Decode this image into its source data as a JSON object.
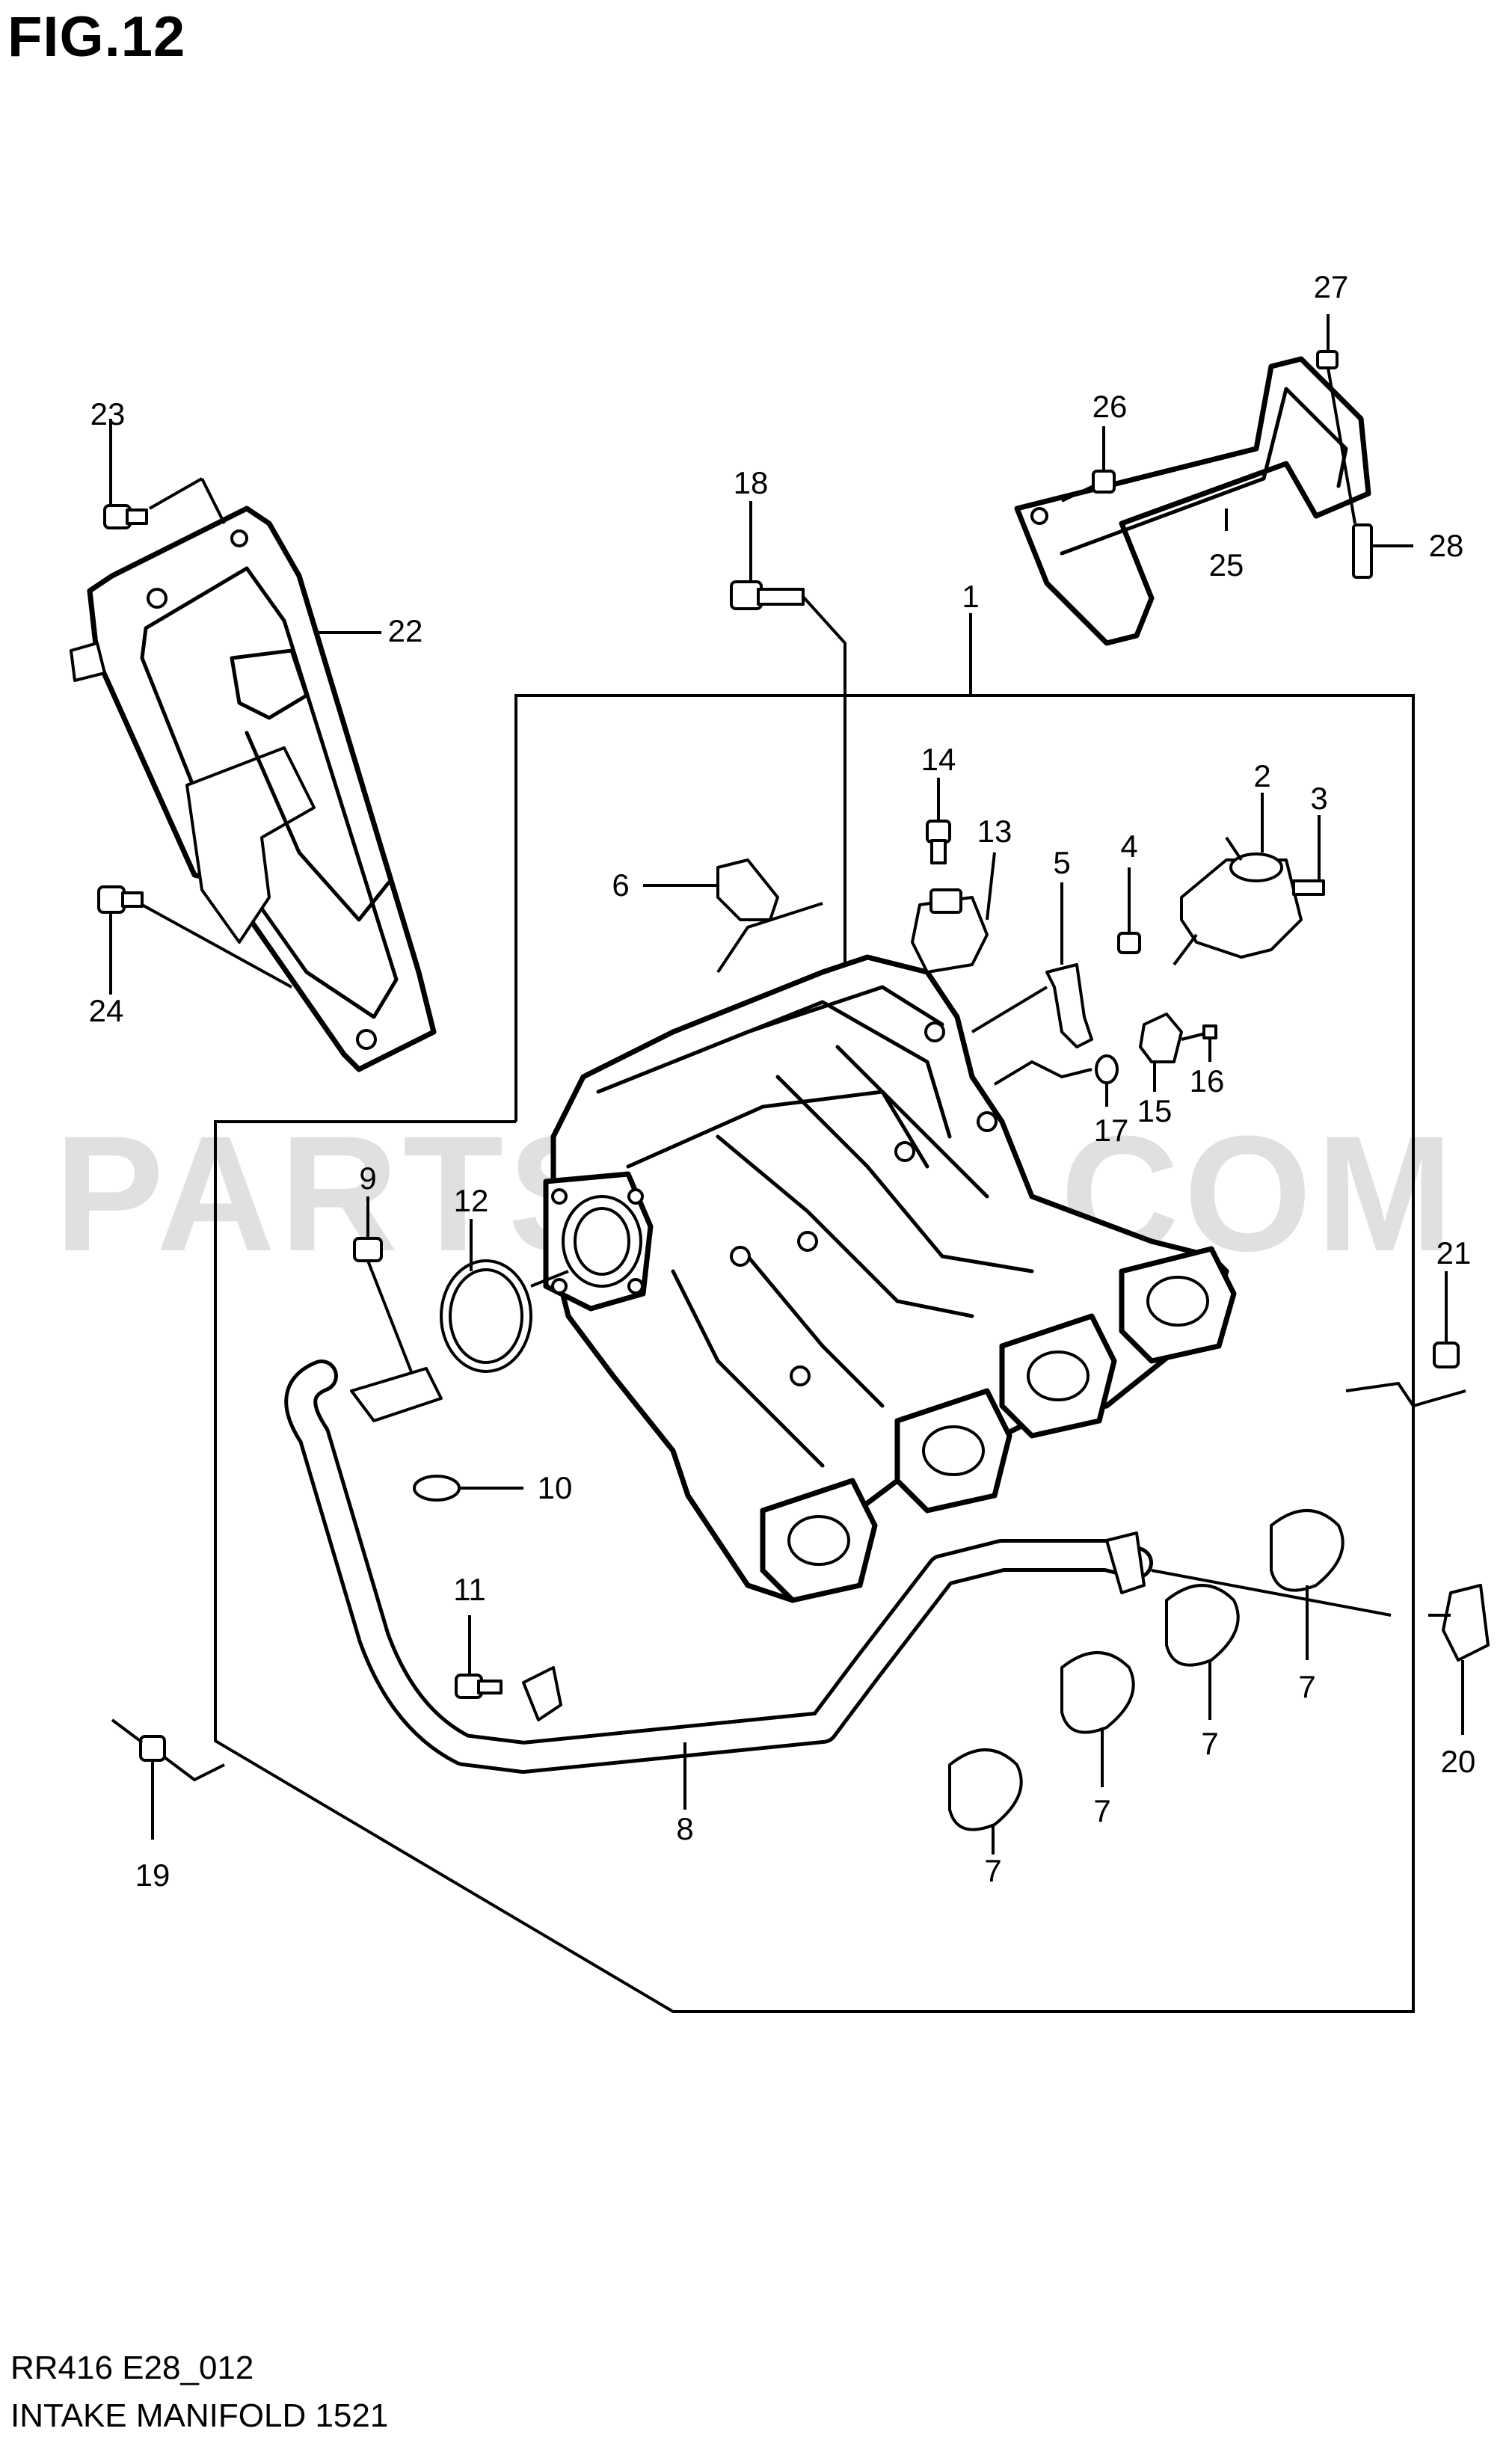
{
  "figure": {
    "title": "FIG.12",
    "watermark": "PARTSOUQ.COM",
    "footer_code": "RR416 E28_012",
    "footer_name": "INTAKE MANIFOLD 1521"
  },
  "callouts": [
    "1",
    "2",
    "3",
    "4",
    "5",
    "6",
    "7",
    "7",
    "7",
    "7",
    "8",
    "9",
    "10",
    "11",
    "12",
    "13",
    "14",
    "15",
    "16",
    "17",
    "18",
    "19",
    "20",
    "21",
    "22",
    "23",
    "24",
    "25",
    "26",
    "27",
    "28"
  ]
}
